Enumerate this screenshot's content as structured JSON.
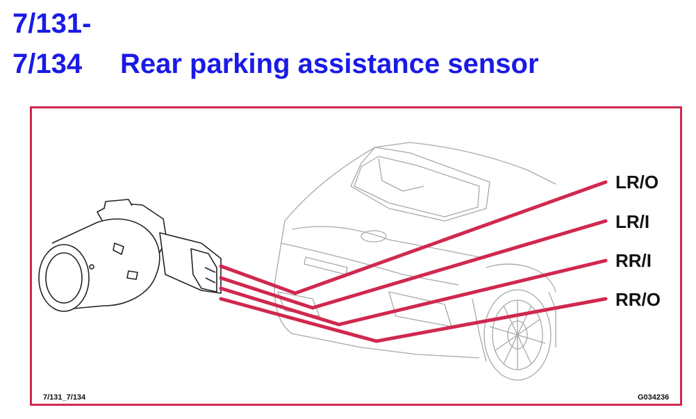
{
  "title": {
    "line1": "7/131-",
    "code": "7/134",
    "text": "Rear parking assistance sensor"
  },
  "callouts": [
    {
      "label": "LR/O"
    },
    {
      "label": "LR/I"
    },
    {
      "label": "RR/I"
    },
    {
      "label": "RR/O"
    }
  ],
  "footer": {
    "left": "7/131_7/134",
    "right": "G034236"
  },
  "colors": {
    "title": "#1a1ae6",
    "frame": "#d0284f",
    "leader": "#d0284f",
    "drawing": "#9a9a9a"
  }
}
